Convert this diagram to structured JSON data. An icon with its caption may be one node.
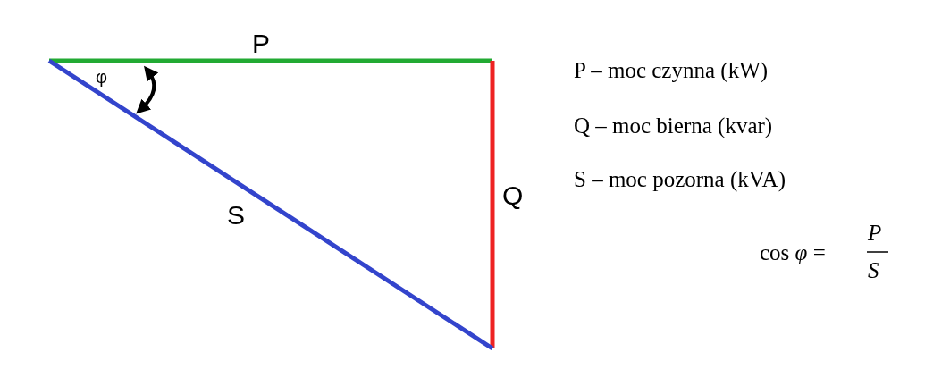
{
  "diagram": {
    "labels": [
      "P",
      "φ",
      "S",
      "Q",
      "P – moc czynna (kW)",
      "Q – moc bierna (kvar)",
      "S – moc pozorna (kVA)",
      "cos *φ* =",
      "P",
      "S"
    ]
  }
}
